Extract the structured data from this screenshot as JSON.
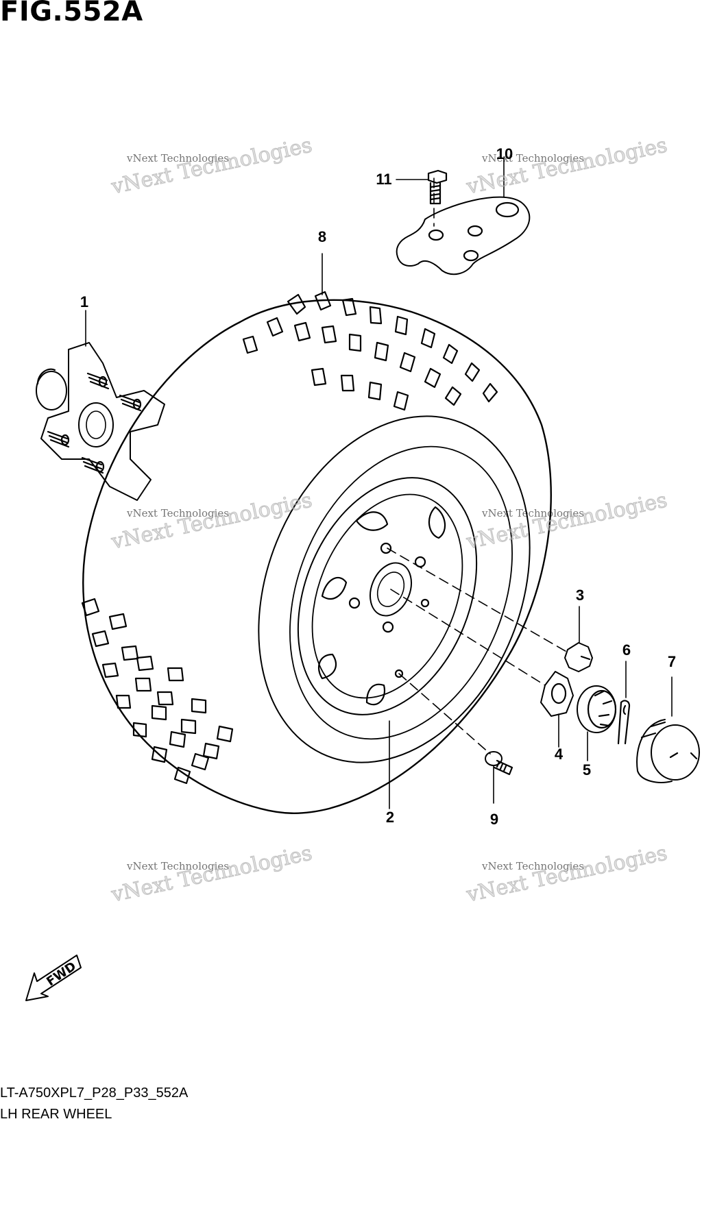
{
  "figure": {
    "title": "FIG.552A",
    "model_code": "LT-A750XPL7_P28_P33_552A",
    "caption": "LH REAR WHEEL"
  },
  "callouts": [
    {
      "id": "1",
      "text": "1"
    },
    {
      "id": "2",
      "text": "2"
    },
    {
      "id": "3",
      "text": "3"
    },
    {
      "id": "4",
      "text": "4"
    },
    {
      "id": "5",
      "text": "5"
    },
    {
      "id": "6",
      "text": "6"
    },
    {
      "id": "7",
      "text": "7"
    },
    {
      "id": "8",
      "text": "8"
    },
    {
      "id": "9",
      "text": "9"
    },
    {
      "id": "10",
      "text": "10"
    },
    {
      "id": "11",
      "text": "11"
    }
  ],
  "direction_marker": {
    "label": "FWD"
  },
  "watermark": {
    "line1": "vNext Technologies",
    "line2": "vNext Technologies"
  }
}
